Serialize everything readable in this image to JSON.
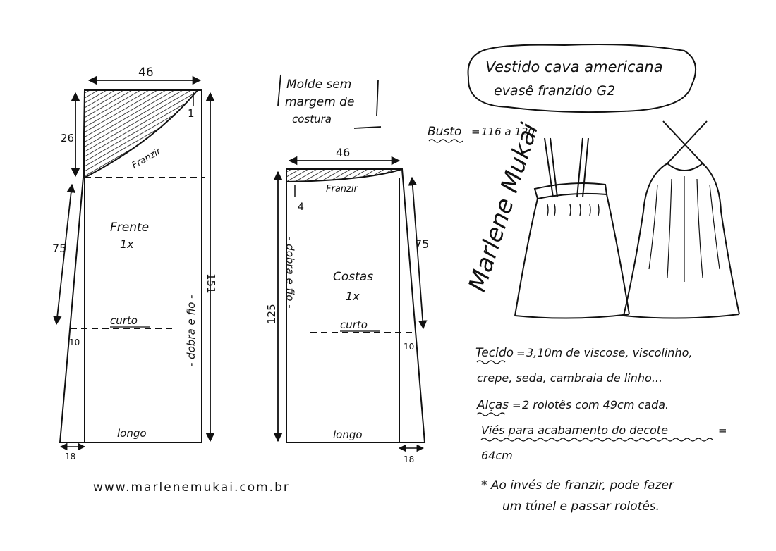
{
  "front": {
    "width_label": "46",
    "neck_label": "1",
    "armhole_drop_label": "26",
    "gather_label": "Franzir",
    "name": "Frente",
    "count": "1x",
    "side_length_label": "75",
    "fold_label": "- dobra e fio -",
    "total_length_label": "151",
    "short_label": "curto",
    "short_offset_label": "10",
    "long_label": "longo",
    "hem_extension_label": "18"
  },
  "note": {
    "line1": "Molde sem",
    "line2": "margem de",
    "line3": "costura"
  },
  "back": {
    "width_label": "46",
    "gather_label": "Franzir",
    "neck_drop_label": "4",
    "fold_label": "- dobra e fio -",
    "name": "Costas",
    "count": "1x",
    "total_length_label": "125",
    "side_length_label": "75",
    "short_label": "curto",
    "short_offset_label": "10",
    "long_label": "longo",
    "hem_extension_label": "18"
  },
  "title": {
    "line1": "Vestido cava americana",
    "line2": "evasê franzido G2"
  },
  "bust": {
    "label": "Busto",
    "value": "116 a 120"
  },
  "signature": "Marlene Mukai",
  "materials": {
    "fabric_label": "Tecido",
    "fabric_line1": "3,10m de viscose, viscolinho,",
    "fabric_line2": "crepe, seda, cambraia de linho...",
    "straps_label": "Alças",
    "straps_value": "2 rolotês com 49cm cada.",
    "bias_label": "Viés para acabamento do decote",
    "bias_value": "64cm",
    "tip_line1": "* Ao invés de franzir, pode fazer",
    "tip_line2": "um túnel e passar rolotês."
  },
  "website": "www.marlenemukai.com.br"
}
